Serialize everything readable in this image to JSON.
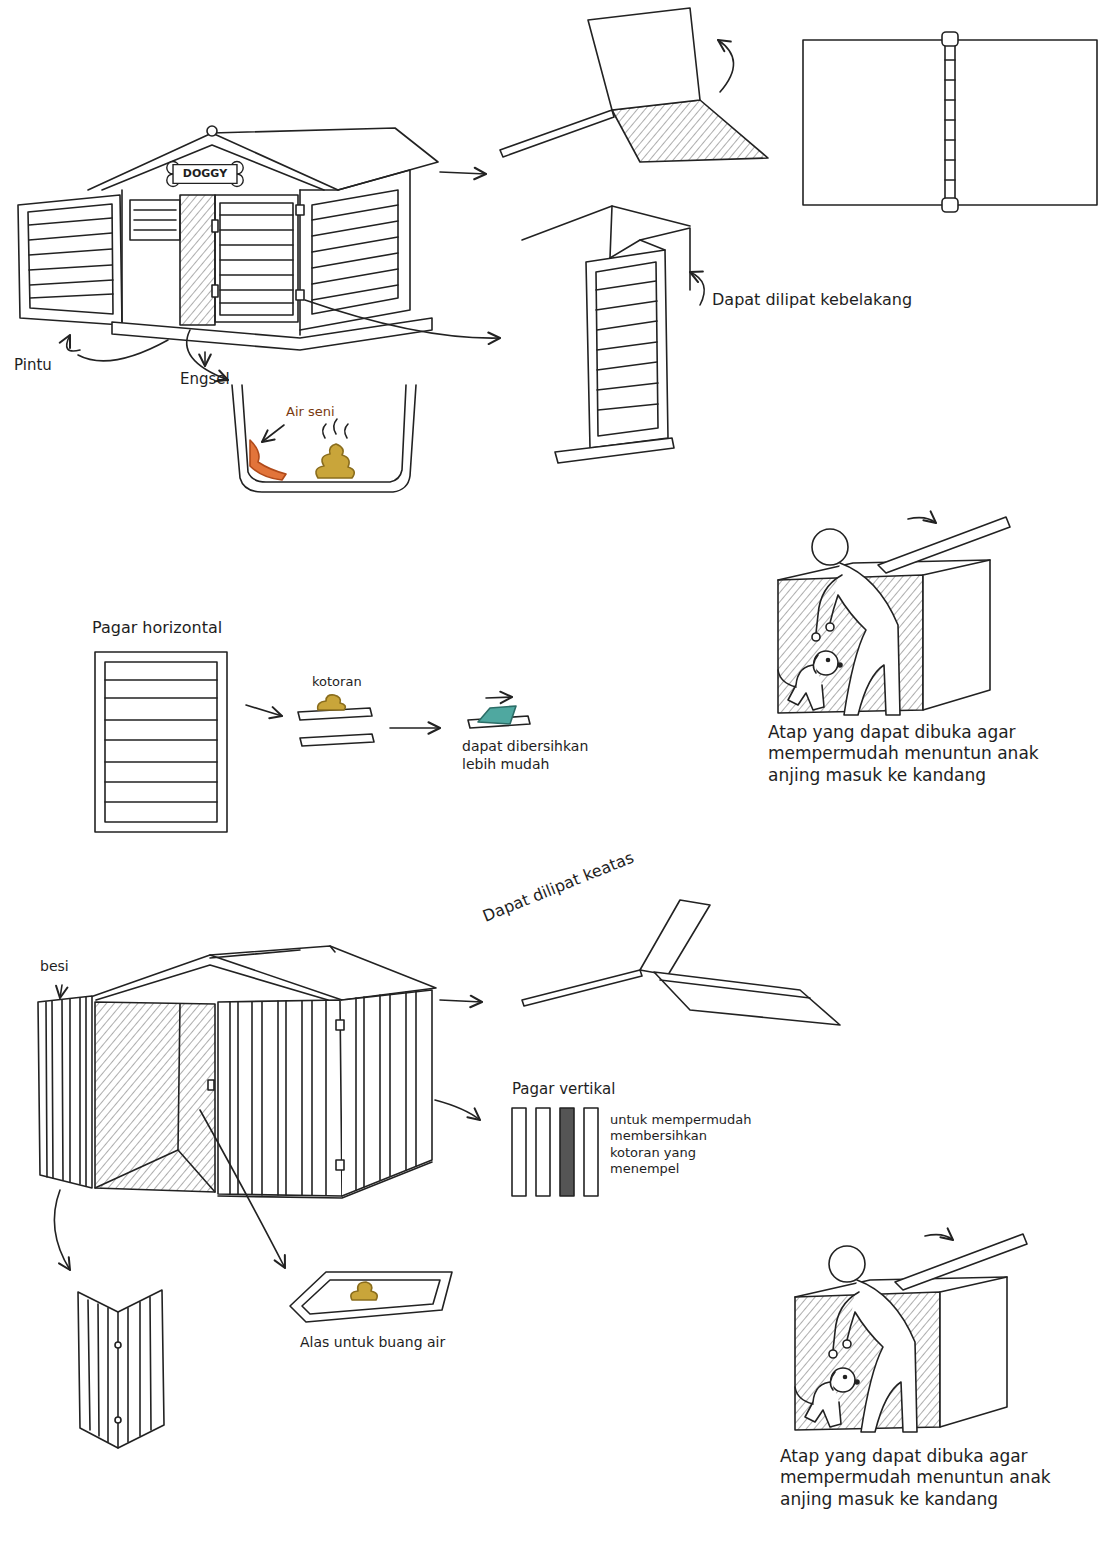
{
  "diagram": {
    "nodes": [
      {
        "text": [
          "DOGGY"
        ]
      }
    ],
    "labels": [
      "Pintu",
      "Engsel",
      "Air seni",
      "Dapat dilipat kebelakang",
      "Pagar horizontal",
      "kotoran",
      "dapat dibersihkan lebih mudah",
      "Atap yang dapat dibuka agar mempermudah menuntun anak anjing masuk ke kandang",
      "Dapat dilipat keatas",
      "besi",
      "Pagar vertikal",
      "untuk mempermudah membersihkan kotoran yang menempel",
      "Alas untuk buang air",
      "Atap yang dapat dibuka agar mempermudah menuntun anak anjing masuk ke kandang"
    ]
  }
}
